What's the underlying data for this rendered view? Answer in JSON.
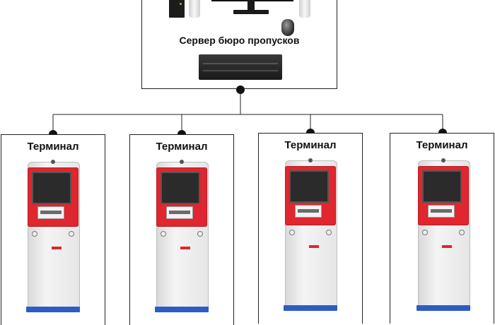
{
  "server": {
    "title": "Сервер бюро пропусков",
    "icons": [
      "pc-tower-icon",
      "speaker-icon",
      "monitor-icon",
      "mouse-icon",
      "server-rack-icon"
    ]
  },
  "terminals": [
    {
      "label": "Терминал"
    },
    {
      "label": "Терминал"
    },
    {
      "label": "Терминал"
    },
    {
      "label": "Терминал"
    }
  ],
  "colors": {
    "kiosk_accent": "#e0262e",
    "kiosk_base": "#2c5cc5",
    "line": "#222222"
  }
}
